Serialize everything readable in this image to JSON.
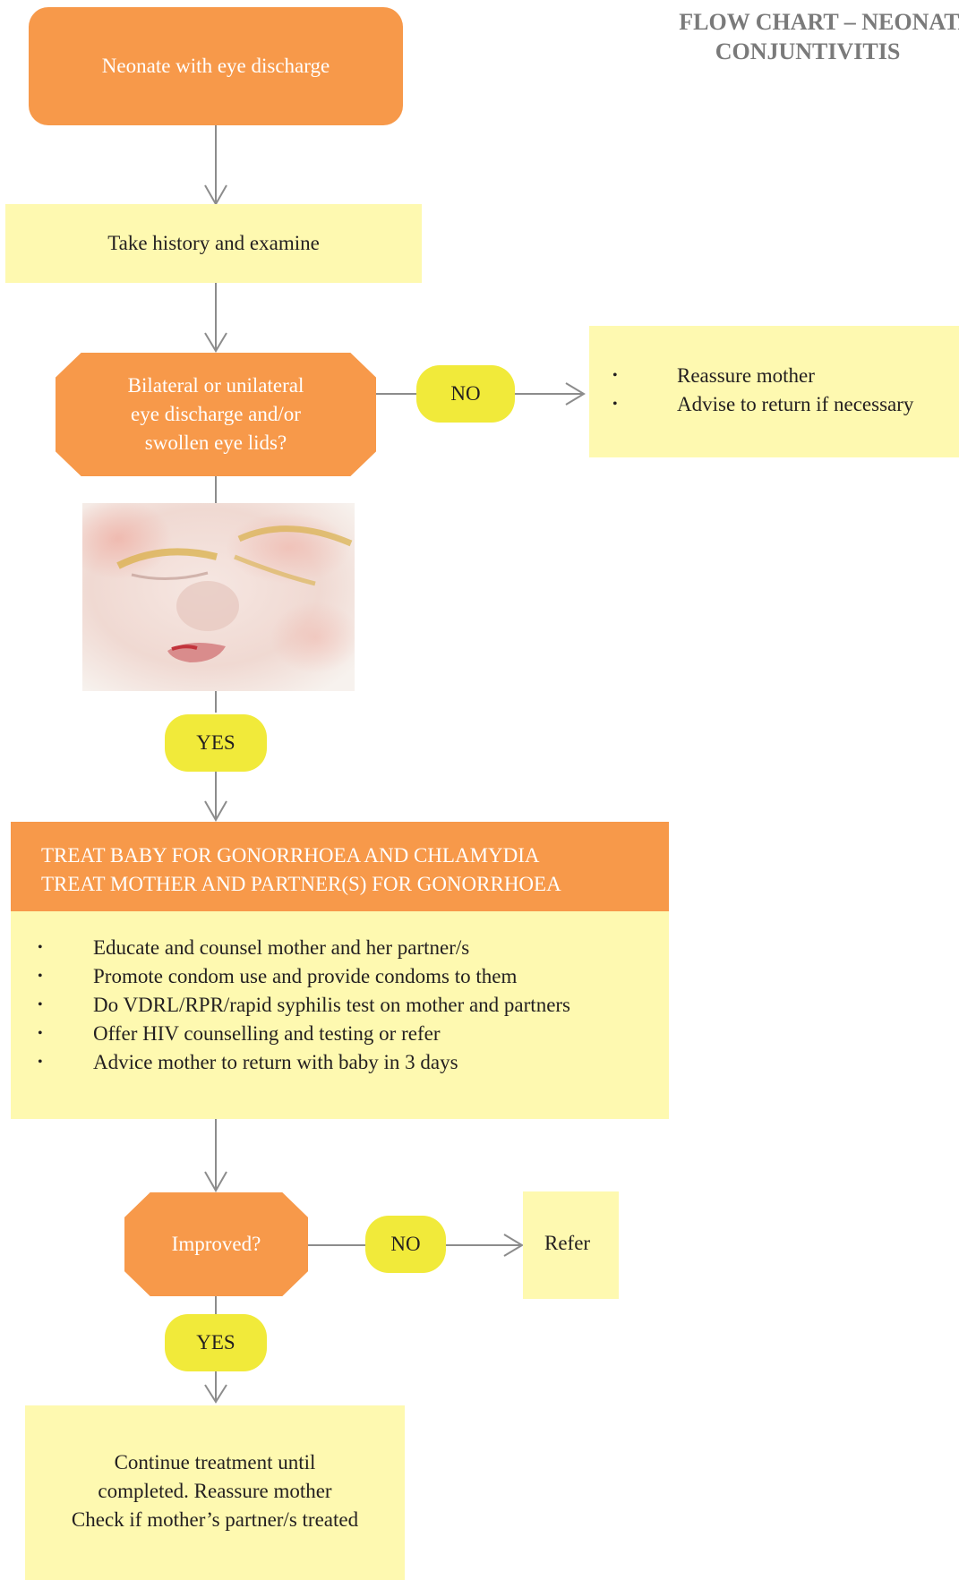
{
  "title": {
    "line1": "FLOW CHART – NEONATAL",
    "line2": "CONJUNTIVITIS"
  },
  "nodes": {
    "start": "Neonate with eye discharge",
    "history": "Take history and examine",
    "question1": {
      "line1": "Bilateral or unilateral",
      "line2": "eye discharge and/or",
      "line3": "swollen eye lids?"
    },
    "no1_label": "NO",
    "no1_actions": [
      "Reassure mother",
      "Advise to return if necessary"
    ],
    "yes1_label": "YES",
    "treat_header": {
      "line1": "TREAT BABY FOR GONORRHOEA AND CHLAMYDIA",
      "line2": "TREAT MOTHER AND PARTNER(S) FOR GONORRHOEA"
    },
    "treat_actions": [
      "Educate and counsel mother and her partner/s",
      "Promote condom use and provide condoms to them",
      "Do VDRL/RPR/rapid syphilis test on mother and partners",
      "Offer HIV counselling and testing or refer",
      "Advice mother to return with baby in 3 days"
    ],
    "question2": "Improved?",
    "no2_label": "NO",
    "refer": "Refer",
    "yes2_label": "YES",
    "final": {
      "line1": "Continue treatment until",
      "line2": "completed. Reassure mother",
      "line3": "Check if mother’s partner/s treated"
    }
  },
  "colors": {
    "orange": "#f7994a",
    "pale_yellow": "#fef9b0",
    "pill_yellow": "#f1ea3a",
    "connector": "#8c8c8c"
  }
}
